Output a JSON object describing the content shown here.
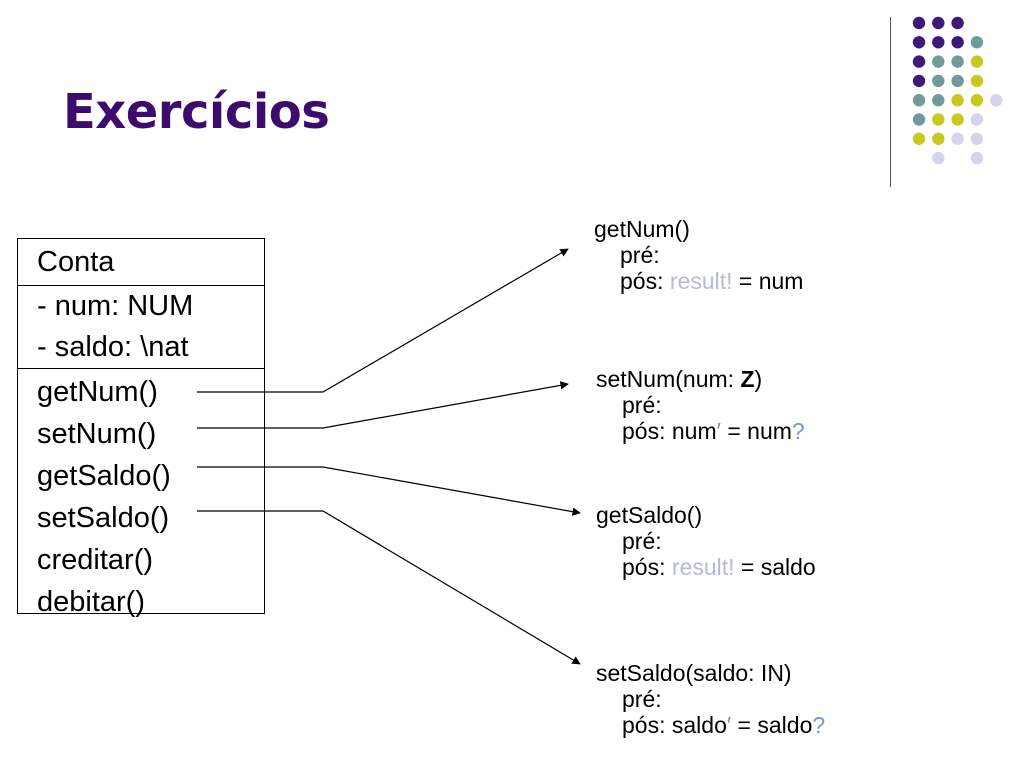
{
  "slide": {
    "title": "Exercícios",
    "colors": {
      "title": "#3d0a6e",
      "purple": "#3d1a78",
      "teal": "#6f9b9b",
      "yellow": "#c8c81e",
      "lavender": "#d4d4ea",
      "result_text": "#b8b8d8",
      "decoration_marks": "#7f94cc"
    }
  },
  "uml": {
    "class_name": "Conta",
    "attributes": [
      "- num: NUM",
      "- saldo: \\nat"
    ],
    "methods": [
      "getNum()",
      "setNum()",
      "getSaldo()",
      "setSaldo()",
      "creditar()",
      "debitar()"
    ]
  },
  "specs": {
    "getNum": {
      "signature": "getNum()",
      "pre_label": "pré:",
      "post_label": "pós:",
      "post_left": "result!",
      "post_rest": " = num"
    },
    "setNum": {
      "signature_start": "setNum(num: ",
      "signature_type": "Z",
      "signature_end": ")",
      "pre_label": "pré:",
      "post_label": "pós: ",
      "post_var": "num",
      "post_prime": "′",
      "post_mid": " = num",
      "post_q": "?"
    },
    "getSaldo": {
      "signature": "getSaldo()",
      "pre_label": "pré:",
      "post_label": "pós:",
      "post_left": "result!",
      "post_rest": " = saldo"
    },
    "setSaldo": {
      "signature": "setSaldo(saldo: IN)",
      "pre_label": "pré:",
      "post_label": "pós: ",
      "post_var": "saldo",
      "post_prime": "′",
      "post_mid": " = saldo",
      "post_q": "?"
    }
  }
}
